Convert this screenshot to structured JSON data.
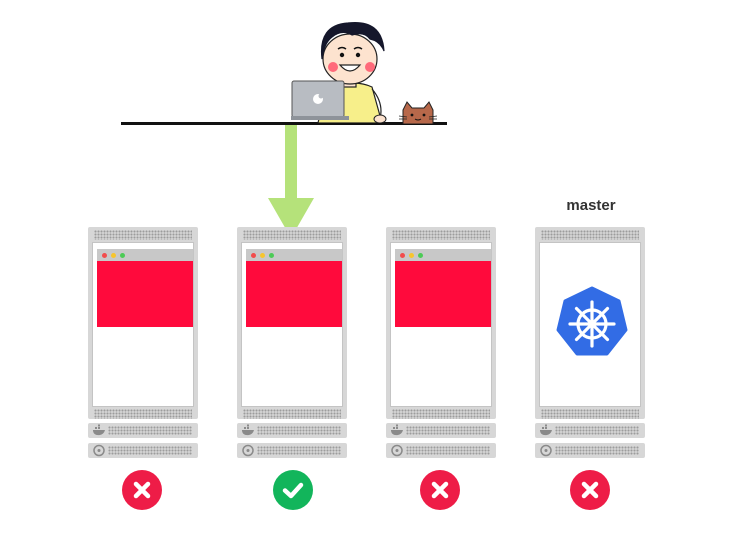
{
  "nodes": [
    {
      "has_app": true,
      "status": "fail"
    },
    {
      "has_app": true,
      "status": "ok"
    },
    {
      "has_app": true,
      "status": "fail"
    },
    {
      "has_app": false,
      "label": "master",
      "status": "fail"
    }
  ],
  "icons": {
    "fail": "x-mark-icon",
    "ok": "check-mark-icon",
    "master_logo": "kubernetes-logo-icon",
    "unit_icons": [
      "docker-whale-icon",
      "disk-icon"
    ]
  },
  "colors": {
    "app_content": "#ff0a3c",
    "arrow": "#b5e27a",
    "fail": "#ee1c47",
    "ok": "#12b55b",
    "kubernetes": "#326ce5",
    "server": "#d7d7d7"
  }
}
